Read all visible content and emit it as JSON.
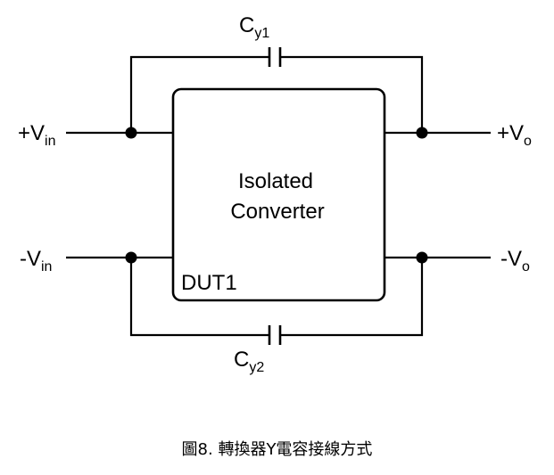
{
  "labels": {
    "cap_top": {
      "main": "C",
      "sub": "y1"
    },
    "cap_bottom": {
      "main": "C",
      "sub": "y2"
    },
    "vin_pos": {
      "main": "+V",
      "sub": "in"
    },
    "vin_neg": {
      "main": "-V",
      "sub": "in"
    },
    "vo_pos": {
      "main": "+V",
      "sub": "o"
    },
    "vo_neg": {
      "main": "-V",
      "sub": "o"
    },
    "box_line1": "Isolated",
    "box_line2": "Converter",
    "box_tag": "DUT1"
  },
  "caption": "圖8. 轉換器Y電容接線方式"
}
